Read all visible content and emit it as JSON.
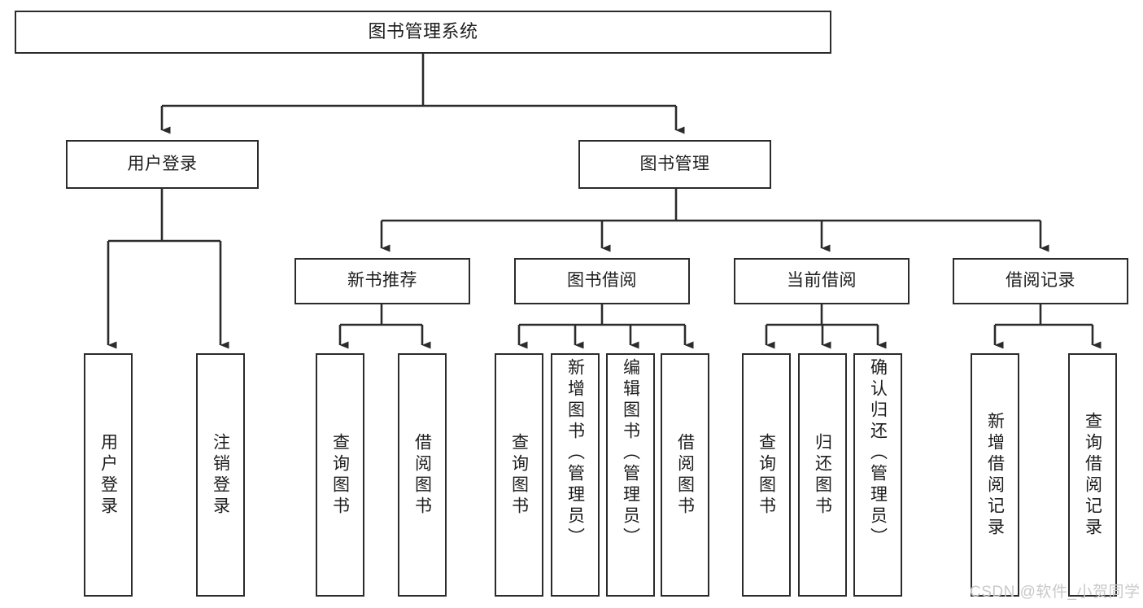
{
  "diagram": {
    "title": "图书管理系统",
    "type": "tree-hierarchy-chart",
    "watermark": "CSDN @软件_小贺同学",
    "colors": {
      "box_border": "#2b2b2b",
      "box_fill": "#ffffff",
      "connector": "#2b2b2b",
      "text": "#1d1d1d",
      "watermark": "#c9c9c9",
      "background": "#ffffff"
    },
    "nodes": {
      "root": {
        "label": "图书管理系统"
      },
      "level2": [
        {
          "id": "user-login",
          "label": "用户登录"
        },
        {
          "id": "book-manage",
          "label": "图书管理"
        }
      ],
      "level3": [
        {
          "id": "new-book-recommend",
          "label": "新书推荐"
        },
        {
          "id": "book-borrow",
          "label": "图书借阅"
        },
        {
          "id": "current-borrow",
          "label": "当前借阅"
        },
        {
          "id": "borrow-record",
          "label": "借阅记录"
        }
      ],
      "leaves": {
        "user-login": [
          {
            "id": "leaf-user-login",
            "label": "用户登录"
          },
          {
            "id": "leaf-logout-login",
            "label": "注销登录"
          }
        ],
        "new-book-recommend": [
          {
            "id": "leaf-query-book-1",
            "label": "查询图书"
          },
          {
            "id": "leaf-borrow-book-1",
            "label": "借阅图书"
          }
        ],
        "book-borrow": [
          {
            "id": "leaf-query-book-2",
            "label": "查询图书"
          },
          {
            "id": "leaf-add-book",
            "label": "新增图书（管理员）"
          },
          {
            "id": "leaf-edit-book",
            "label": "编辑图书（管理员）"
          },
          {
            "id": "leaf-borrow-book-2",
            "label": "借阅图书"
          }
        ],
        "current-borrow": [
          {
            "id": "leaf-query-book-3",
            "label": "查询图书"
          },
          {
            "id": "leaf-return-book",
            "label": "归还图书"
          },
          {
            "id": "leaf-confirm-return",
            "label": "确认归还（管理员）"
          }
        ],
        "borrow-record": [
          {
            "id": "leaf-add-record",
            "label": "新增借阅记录"
          },
          {
            "id": "leaf-query-record",
            "label": "查询借阅记录"
          }
        ]
      }
    }
  }
}
